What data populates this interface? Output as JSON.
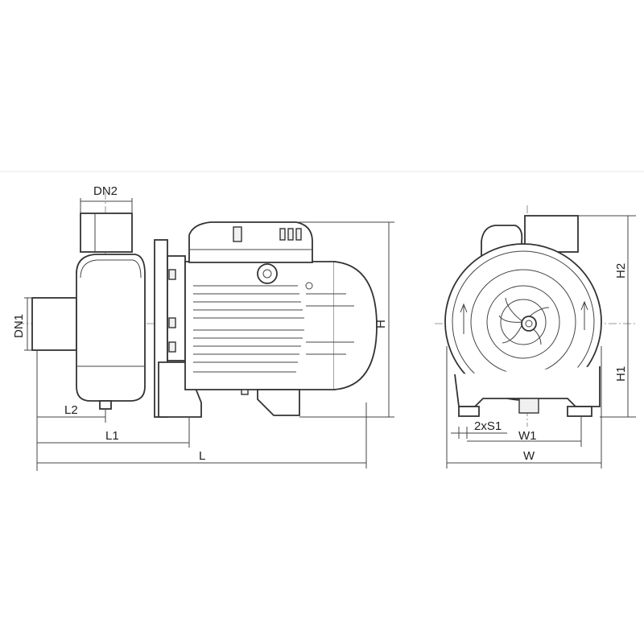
{
  "dimensions": {
    "dn2": "DN2",
    "dn1": "DN1",
    "l2": "L2",
    "l1": "L1",
    "l": "L",
    "h": "H",
    "h2": "H2",
    "h1": "H1",
    "s1": "2xS1",
    "w1": "W1",
    "w": "W"
  },
  "colors": {
    "line": "#333333",
    "background": "#ffffff"
  }
}
